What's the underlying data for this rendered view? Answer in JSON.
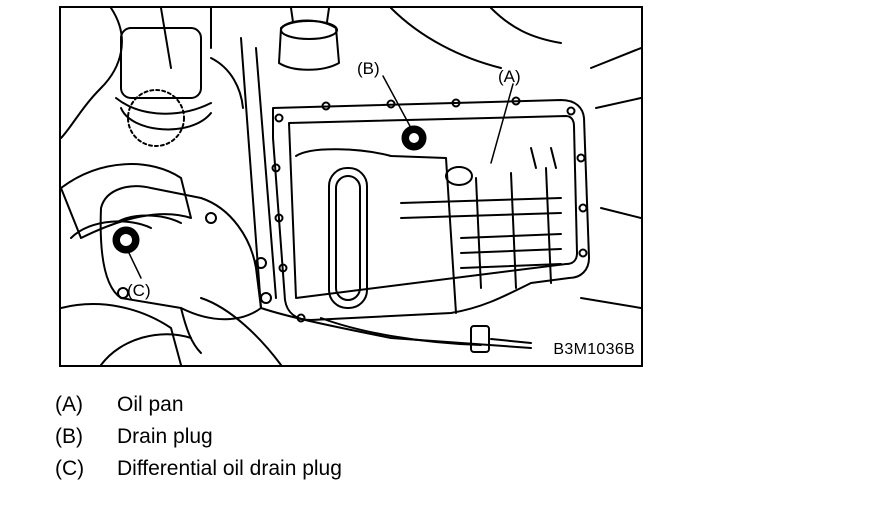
{
  "figure": {
    "code": "B3M1036B",
    "callouts": {
      "a": "(A)",
      "b": "(B)",
      "c": "(C)"
    }
  },
  "legend": [
    {
      "key": "(A)",
      "label": "Oil pan"
    },
    {
      "key": "(B)",
      "label": "Drain plug"
    },
    {
      "key": "(C)",
      "label": "Differential oil drain plug"
    }
  ],
  "colors": {
    "ink": "#000000",
    "paper": "#ffffff"
  }
}
